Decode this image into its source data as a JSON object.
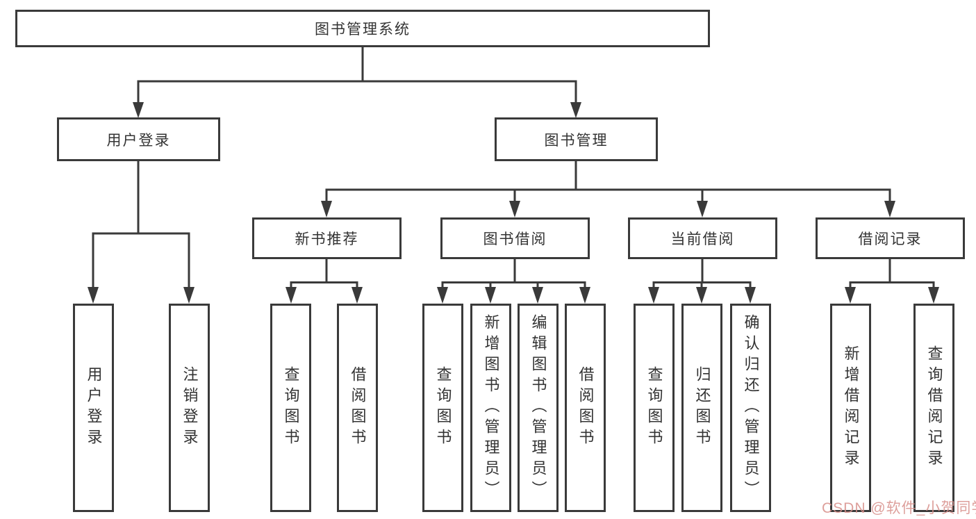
{
  "tree": {
    "label": "图书管理系统",
    "children": [
      {
        "label": "用户登录",
        "children": [
          {
            "label": "用户登录"
          },
          {
            "label": "注销登录"
          }
        ]
      },
      {
        "label": "图书管理",
        "children": [
          {
            "label": "新书推荐",
            "children": [
              {
                "label": "查询图书"
              },
              {
                "label": "借阅图书"
              }
            ]
          },
          {
            "label": "图书借阅",
            "children": [
              {
                "label": "查询图书"
              },
              {
                "label": "新增图书（管理员）"
              },
              {
                "label": "编辑图书（管理员）"
              },
              {
                "label": "借阅图书"
              }
            ]
          },
          {
            "label": "当前借阅",
            "children": [
              {
                "label": "查询图书"
              },
              {
                "label": "归还图书"
              },
              {
                "label": "确认归还（管理员）"
              }
            ]
          },
          {
            "label": "借阅记录",
            "children": [
              {
                "label": "新增借阅记录"
              },
              {
                "label": "查询借阅记录"
              }
            ]
          }
        ]
      }
    ]
  },
  "watermark": {
    "text": "CSDN @软件_小贺同学"
  },
  "colors": {
    "line": "#3a3a3a",
    "box_border": "#3a3a3a",
    "text": "#333333",
    "watermark": "#d88f8a",
    "background": "#ffffff"
  }
}
